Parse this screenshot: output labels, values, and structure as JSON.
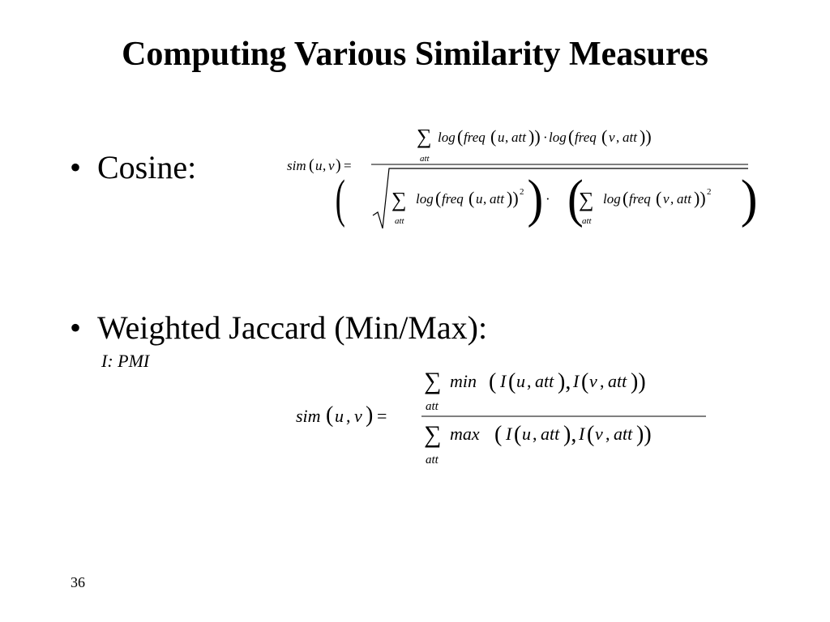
{
  "slide": {
    "title": "Computing Various Similarity Measures",
    "page_number": "36"
  },
  "bullets": [
    {
      "symbol": "•",
      "label": "Cosine:"
    },
    {
      "symbol": "•",
      "label": "Weighted Jaccard (Min/Max):",
      "sublabel": "I: PMI"
    }
  ],
  "formulas": {
    "cosine": {
      "lhs": "sim(u,v) =",
      "numerator": "∑att log(freq(u,att))·log(freq(v,att))",
      "denominator": "√( (∑att log(freq(u,att))^2) · (∑att log(freq(v,att))^2) )"
    },
    "jaccard": {
      "lhs": "sim(u,v) =",
      "numerator": "∑att min(I(u,att), I(v,att))",
      "denominator": "∑att max(I(u,att), I(v,att))"
    }
  }
}
